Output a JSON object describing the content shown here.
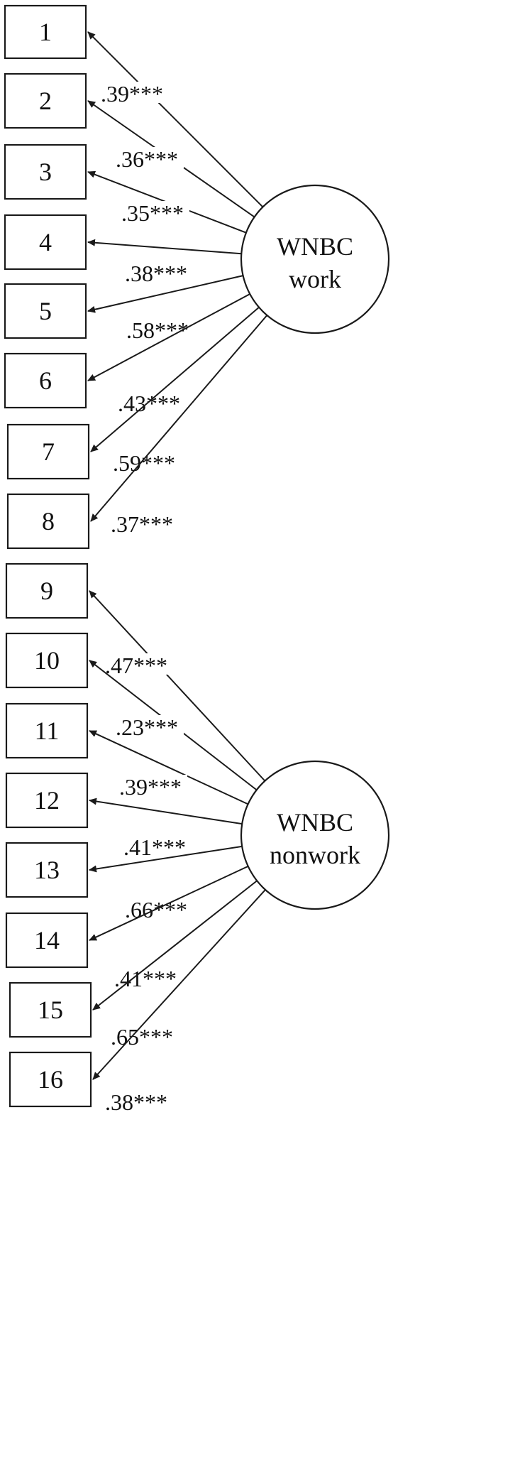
{
  "factors": [
    {
      "id": "work",
      "label_line1": "WNBC",
      "label_line2": "work",
      "indicators": [
        {
          "item": "1",
          "loading": ".39***"
        },
        {
          "item": "2",
          "loading": ".36***"
        },
        {
          "item": "3",
          "loading": ".35***"
        },
        {
          "item": "4",
          "loading": ".38***"
        },
        {
          "item": "5",
          "loading": ".58***"
        },
        {
          "item": "6",
          "loading": ".43***"
        },
        {
          "item": "7",
          "loading": ".59***"
        },
        {
          "item": "8",
          "loading": ".37***"
        }
      ]
    },
    {
      "id": "nonwork",
      "label_line1": "WNBC",
      "label_line2": "nonwork",
      "indicators": [
        {
          "item": "9",
          "loading": ".47***"
        },
        {
          "item": "10",
          "loading": ".23***"
        },
        {
          "item": "11",
          "loading": ".39***"
        },
        {
          "item": "12",
          "loading": ".41***"
        },
        {
          "item": "13",
          "loading": ".66***"
        },
        {
          "item": "14",
          "loading": ".41***"
        },
        {
          "item": "15",
          "loading": ".65***"
        },
        {
          "item": "16",
          "loading": ".38***"
        }
      ]
    }
  ],
  "colors": {
    "stroke": "#1a1a1a",
    "text": "#111111",
    "background": "#ffffff"
  }
}
